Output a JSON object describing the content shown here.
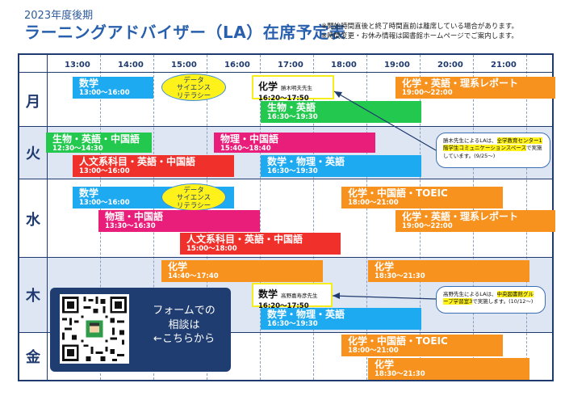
{
  "header": {
    "term": "2023年度後期",
    "title": "ラーニングアドバイザー（LA）在席予定表",
    "notes": [
      "※開始時間直後と終了時間直前は離席している場合があります。",
      "※時間変更・お休み情報は図書館ホームページでご案内します。"
    ]
  },
  "times": [
    "13:00",
    "14:00",
    "15:00",
    "16:00",
    "17:00",
    "18:00",
    "19:00",
    "20:00",
    "21:00"
  ],
  "days": [
    "月",
    "火",
    "水",
    "木",
    "金"
  ],
  "blocks": {
    "mon_math": {
      "subject": "数学",
      "time": "13:00～16:00"
    },
    "mon_chem_eng_sci": {
      "subject": "化学・英語・理系レポート",
      "time": "19:00～22:00"
    },
    "mon_chem_kimura": {
      "subject": "化学",
      "advisor": "勝木明夫先生",
      "time": "16:20～17:50"
    },
    "mon_bio_eng": {
      "subject": "生物・英語",
      "time": "16:30～19:30"
    },
    "tue_bio_eng_chi": {
      "subject": "生物・英語・中国語",
      "time": "12:30～14:30"
    },
    "tue_phys_chi": {
      "subject": "物理・中国語",
      "time": "15:40～18:40"
    },
    "tue_humanities": {
      "subject": "人文系科目・英語・中国語",
      "time": "13:00～16:00"
    },
    "tue_math_phys_eng": {
      "subject": "数学・物理・英語",
      "time": "16:30～19:30"
    },
    "wed_math": {
      "subject": "数学",
      "time": "13:00～16:00"
    },
    "wed_chem_chi_toeic": {
      "subject": "化学・中国語・TOEIC",
      "time": "18:00～21:00"
    },
    "wed_phys_chi": {
      "subject": "物理・中国語",
      "time": "13:30～16:30"
    },
    "wed_chem_eng_sci": {
      "subject": "化学・英語・理系レポート",
      "time": "19:00～22:00"
    },
    "wed_humanities": {
      "subject": "人文系科目・英語・中国語",
      "time": "15:00～18:00"
    },
    "thu_chem_early": {
      "subject": "化学",
      "time": "14:40～17:40"
    },
    "thu_chem_late": {
      "subject": "化学",
      "time": "18:30～21:30"
    },
    "thu_math_takano": {
      "subject": "数学",
      "advisor": "高野嘉寿彦先生",
      "time": "16:20～17:50"
    },
    "thu_math_phys_eng": {
      "subject": "数学・物理・英語",
      "time": "16:30～19:30"
    },
    "fri_chem_chi_toeic": {
      "subject": "化学・中国語・TOEIC",
      "time": "18:00～21:00"
    },
    "fri_chem": {
      "subject": "化学",
      "time": "18:30～21:30"
    }
  },
  "data_science_label": [
    "データ",
    "サイエンス",
    "リテラシー"
  ],
  "callouts": {
    "kimura": {
      "pre": "勝木先生によるLAは、",
      "highlight": "全学教育センター1階学生コミュニケーションスペース",
      "post": "で実施しています。(9/25～)"
    },
    "takano": {
      "pre": "高野先生によるLAは、",
      "highlight": "中央図書館グループ学習室3",
      "post": "で実施します。(10/12～)"
    }
  },
  "qr_panel": {
    "line1": "フォームでの",
    "line2": "相談は",
    "line3": "←こちらから"
  },
  "colors": {
    "cyan": "#1eaaf1",
    "magenta": "#e91e7b",
    "red": "#f0302a",
    "orange": "#f7921e",
    "green": "#23c94e",
    "navy": "#1f3a6e",
    "yellow": "#fff21a"
  }
}
